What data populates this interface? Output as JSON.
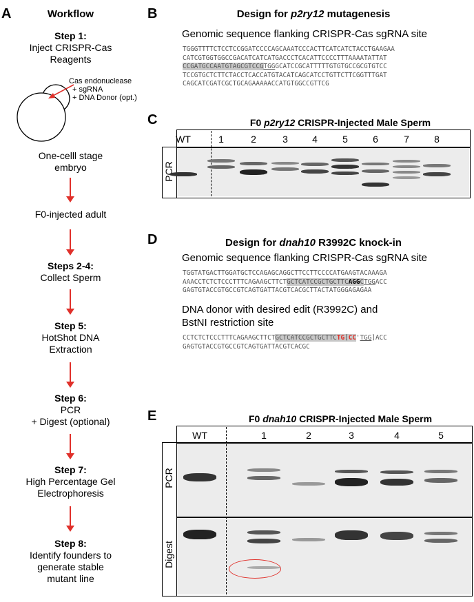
{
  "panels": {
    "a": "A",
    "b": "B",
    "c": "C",
    "d": "D",
    "e": "E"
  },
  "workflow": {
    "title": "Workflow",
    "step1_title": "Step 1:",
    "step1_text": "Inject CRISPR-Cas Reagents",
    "reagent1": "Cas endonuclease",
    "reagent2": "+ sgRNA",
    "reagent3": "+ DNA Donor (opt.)",
    "embryo_label": "One-celll stage embryo",
    "adult_label": "F0-injected adult",
    "step24_title": "Steps 2-4:",
    "step24_text": "Collect Sperm",
    "step5_title": "Step 5:",
    "step5_text": "HotShot DNA Extraction",
    "step6_title": "Step 6:",
    "step6_line1": "PCR",
    "step6_line2": "+ Digest (optional)",
    "step7_title": "Step 7:",
    "step7_text": "High Percentage Gel Electrophoresis",
    "step8_title": "Step 8:",
    "step8_text": "Identify founders to generate stable mutant line"
  },
  "panel_b": {
    "title_pre": "Design for ",
    "title_gene": "p2ry12",
    "title_post": " mutagenesis",
    "subtitle": "Genomic sequence flanking CRISPR-Cas sgRNA site",
    "seq_line1": "TGGGTTTTCTCCTCCGGATCCCCAGCAAATCCCACTTCATCATCTACCTGAAGAA",
    "seq_line2": "CATCGTGGTGGCCGACATCATCATGACCCTCACATTCCCCTTTAAAATATTAT",
    "seq_line3_hl": "CCGATGCCAATGTAGCGTCCG",
    "seq_line3_ul": "TGG",
    "seq_line3_rest": "GCATCCGCATTTTTGTGTGCCGCGTGTCC",
    "seq_line4": "TCCGTGCTCTTCTACCTCACCATGTACATCAGCATCCTGTTCTTCGGTTTGAT",
    "seq_line5": "CAGCATCGATCGCTGCAGAAAAACCATGTGGCCGTTCG"
  },
  "panel_c": {
    "title_pre": "F0 ",
    "title_gene": "p2ry12",
    "title_post": " CRISPR-Injected Male Sperm",
    "side": "PCR",
    "lanes": [
      "WT",
      "1",
      "2",
      "3",
      "4",
      "5",
      "6",
      "7",
      "8"
    ]
  },
  "panel_d": {
    "title_pre": "Design for ",
    "title_gene": "dnah10",
    "title_post": " R3992C knock-in",
    "subtitle": "Genomic sequence flanking CRISPR-Cas sgRNA site",
    "seq_line1": "TGGTATGACTTGGATGCTCCAGAGCAGGCTTCCTTCCCCATGAAGTACAAAGA",
    "seq_line2_pre": "AAACCTCTCTCCCTTTCAGAAGCTTCT",
    "seq_line2_hl": "GCTCATCCGCTGCTTC",
    "seq_line2_bold": "AGG",
    "seq_line2_hl2": "C",
    "seq_line2_ul": "TGG",
    "seq_line2_post": "ACC",
    "seq_line3": "GAGTGTACCGTGCCGTCAGTGATTACGTCACGCTTACTATGGGAGAGAA",
    "donor_title1": "DNA donor with desired edit (R3992C) and",
    "donor_title2": "BstNI restriction site",
    "donor_line1_pre": "CCTCTCTCCCTTTCAGAAGCTTCT",
    "donor_line1_hl": "GCTCATCCGCTGCTTC",
    "donor_line1_red1": "TG",
    "donor_line1_br1": "[",
    "donor_line1_red2": "CC",
    "donor_line1_tick": "'",
    "donor_line1_ul": "TGG",
    "donor_line1_br2": "]",
    "donor_line1_post": "ACC",
    "donor_line2": "GAGTGTACCGTGCCGTCAGTGATTACGTCACGC"
  },
  "panel_e": {
    "title_pre": "F0 ",
    "title_gene": "dnah10",
    "title_post": " CRISPR-Injected Male Sperm",
    "side_top": "PCR",
    "side_bottom": "Digest",
    "lanes": [
      "WT",
      "1",
      "2",
      "3",
      "4",
      "5"
    ]
  },
  "colors": {
    "arrow": "#e0302a",
    "highlight": "#c8c8c8"
  }
}
